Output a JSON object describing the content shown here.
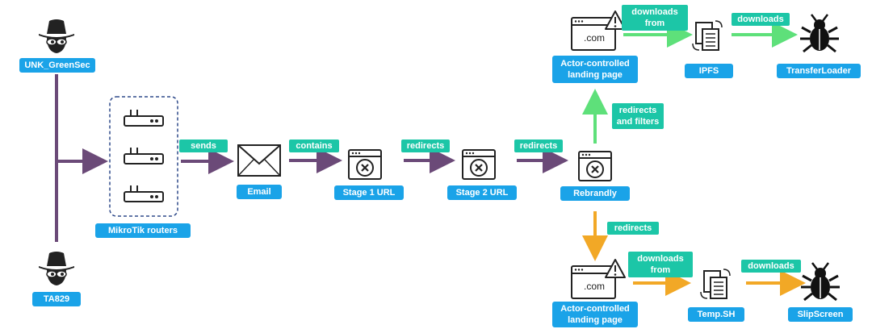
{
  "actors": {
    "top": "UNK_GreenSec",
    "bottom": "TA829"
  },
  "nodes": {
    "routers": "MikroTik routers",
    "email": "Email",
    "stage1": "Stage 1 URL",
    "stage2": "Stage 2 URL",
    "rebrandly": "Rebrandly",
    "landing_top": "Actor-controlled landing page",
    "ipfs": "IPFS",
    "transferloader": "TransferLoader",
    "landing_bottom": "Actor-controlled landing page",
    "tempsh": "Temp.SH",
    "slipscreen": "SlipScreen"
  },
  "edges": {
    "sends": "sends",
    "contains": "contains",
    "redirects_1": "redirects",
    "redirects_2": "redirects",
    "redirects_filters": "redirects and filters",
    "redirects_down": "redirects",
    "downloads_from_top": "downloads from",
    "downloads_top": "downloads",
    "downloads_from_bottom": "downloads from",
    "downloads_bottom": "downloads"
  },
  "page_text": {
    "landing_top": ".com",
    "landing_bottom": ".com"
  },
  "colors": {
    "purple": "#6b4a78",
    "green": "#5ee07a",
    "orange": "#f2a826",
    "label_blue": "#1aa3e8",
    "label_teal": "#1cc6a7"
  }
}
